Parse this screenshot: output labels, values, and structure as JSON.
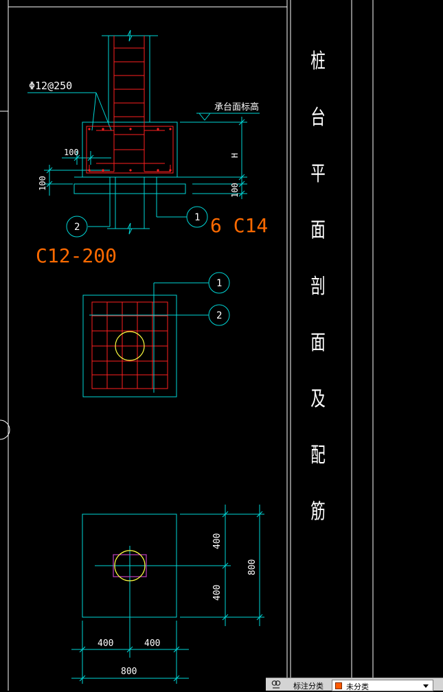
{
  "drawing": {
    "title_chars": [
      "桩",
      "台",
      "平",
      "面",
      "剖",
      "面",
      "及",
      "配",
      "筋"
    ],
    "section": {
      "rebar_note": "Φ12@250",
      "elevation_label": "承台面标高",
      "dim_100_horizontal": "100",
      "dim_100_left": "100",
      "dim_h": "H",
      "dim_100_right": "100",
      "callout_1": "1",
      "callout_2": "2",
      "bar_1_spec": "6 C14",
      "bar_2_spec": "C12-200"
    },
    "rebar_plan": {
      "callout_1": "1",
      "callout_2": "2"
    },
    "dimension_plan": {
      "dim_top_half": "400",
      "dim_bottom_half": "400",
      "dim_total_vertical": "800",
      "dim_left_half": "400",
      "dim_right_half": "400",
      "dim_total_horizontal": "800"
    },
    "colors": {
      "outline": "#00d8d8",
      "rebar": "#ff2020",
      "pile": "#ffff40",
      "spec_text": "#ff6a00",
      "title_text": "#ffffff",
      "pile_box": "#c040c0"
    }
  },
  "status_bar": {
    "icon": "annotation-scale-icon",
    "label": "标注分类",
    "selected_value": "未分类"
  }
}
